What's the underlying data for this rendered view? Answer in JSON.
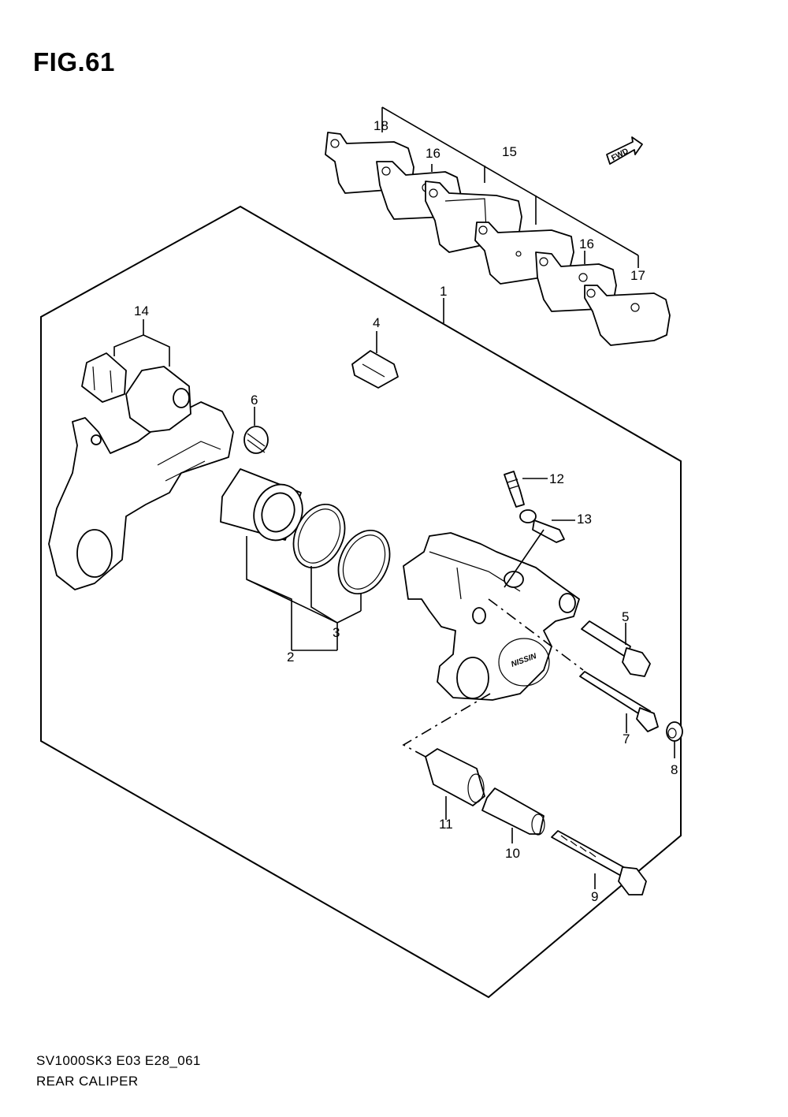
{
  "figure": {
    "title": "FIG.61"
  },
  "callouts": {
    "p1": "1",
    "p2": "2",
    "p3": "3",
    "p4": "4",
    "p5": "5",
    "p6": "6",
    "p7": "7",
    "p8": "8",
    "p9": "9",
    "p10": "10",
    "p11": "11",
    "p12": "12",
    "p13": "13",
    "p14": "14",
    "p15": "15",
    "p16a": "16",
    "p16b": "16",
    "p17": "17",
    "p18": "18"
  },
  "direction_marker": {
    "label": "FWD",
    "icon": "forward-arrow-icon"
  },
  "footer": {
    "model_code": "SV1000SK3 E03 E28_061",
    "caption": "REAR CALIPER"
  }
}
